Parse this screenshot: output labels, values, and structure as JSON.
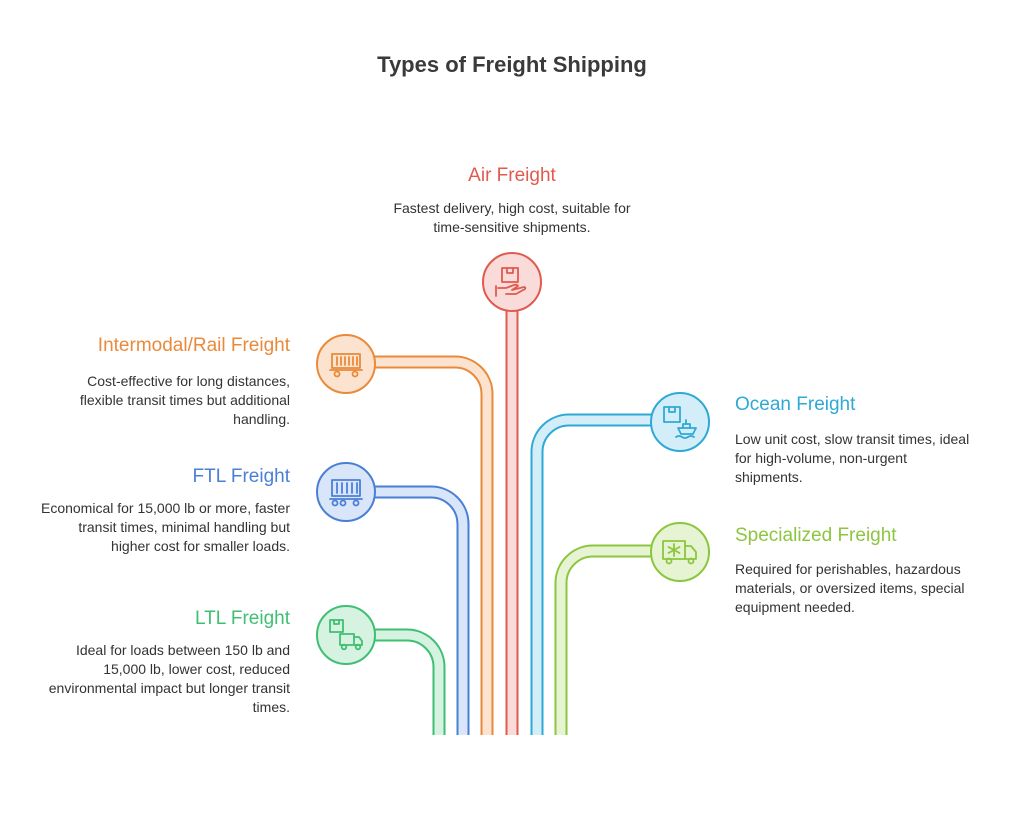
{
  "title": "Types of Freight Shipping",
  "items": {
    "air": {
      "heading": "Air Freight",
      "desc": "Fastest delivery, high cost, suitable for time-sensitive shipments.",
      "color": "#e05a4f",
      "fill": "#f9dcd9",
      "icon": "box-on-hand-icon"
    },
    "intermodal": {
      "heading": "Intermodal/Rail Freight",
      "desc": "Cost-effective for long distances, flexible transit times but additional handling.",
      "color": "#e98a3a",
      "fill": "#fbe3cf",
      "icon": "rail-car-icon"
    },
    "ftl": {
      "heading": "FTL Freight",
      "desc": "Economical for 15,000 lb or more, faster transit times, minimal handling but higher cost for smaller loads.",
      "color": "#4a7fd6",
      "fill": "#d9e5f8",
      "icon": "container-truck-icon"
    },
    "ltl": {
      "heading": "LTL Freight",
      "desc": "Ideal for loads between 150 lb and 15,000 lb, lower cost, reduced environmental impact but longer transit times.",
      "color": "#3fbf72",
      "fill": "#d6f2e0",
      "icon": "box-truck-icon"
    },
    "ocean": {
      "heading": "Ocean Freight",
      "desc": "Low unit cost, slow transit times, ideal for high-volume, non-urgent shipments.",
      "color": "#2ea9d6",
      "fill": "#d3eef8",
      "icon": "box-ship-icon"
    },
    "specialized": {
      "heading": "Specialized Freight",
      "desc": "Required for perishables, hazardous materials, or oversized items, special equipment needed.",
      "color": "#8cc63e",
      "fill": "#e6f4d3",
      "icon": "refrigerated-truck-icon"
    }
  }
}
